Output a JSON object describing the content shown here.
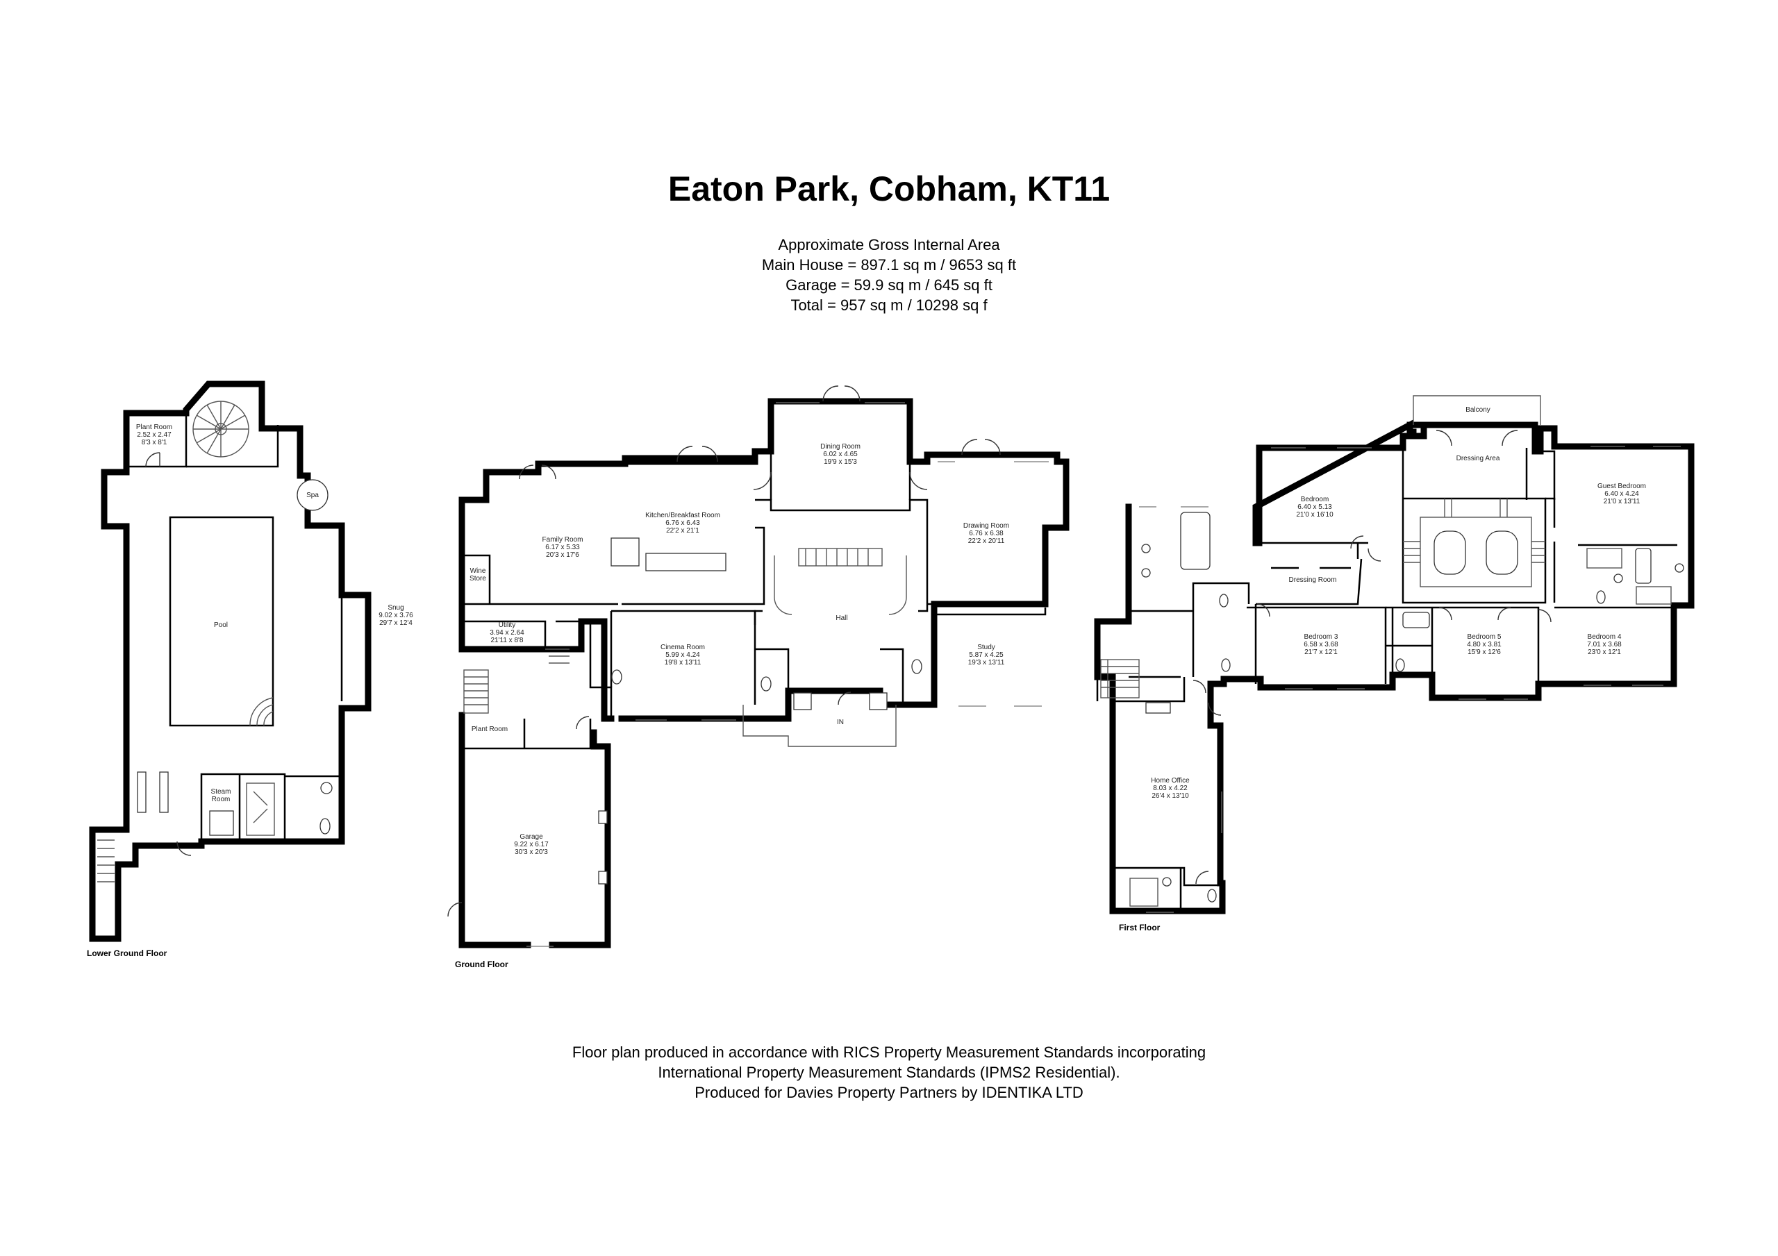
{
  "header": {
    "title": "Eaton Park, Cobham, KT11",
    "area_lines": [
      "Approximate Gross Internal Area",
      "Main House = 897.1 sq m / 9653 sq ft",
      "Garage = 59.9 sq m / 645 sq ft",
      "Total = 957 sq m / 10298 sq f"
    ]
  },
  "floors": {
    "lower_ground": {
      "label": "Lower Ground Floor",
      "rooms": {
        "plant_room": {
          "name": "Plant Room",
          "metric": "2.52 x 2.47",
          "imperial": "8'3 x 8'1"
        },
        "spa": {
          "name": "Spa"
        },
        "pool": {
          "name": "Pool"
        },
        "snug": {
          "name": "Snug",
          "metric": "9.02 x 3.76",
          "imperial": "29'7 x 12'4"
        },
        "steam_room": {
          "name": "Steam",
          "name2": "Room"
        }
      }
    },
    "ground": {
      "label": "Ground Floor",
      "rooms": {
        "dining_room": {
          "name": "Dining Room",
          "metric": "6.02 x 4.65",
          "imperial": "19'9 x 15'3"
        },
        "kitchen": {
          "name": "Kitchen/Breakfast Room",
          "metric": "6.76 x 6.43",
          "imperial": "22'2 x 21'1"
        },
        "family_room": {
          "name": "Family Room",
          "metric": "6.17 x 5.33",
          "imperial": "20'3 x 17'6"
        },
        "drawing_room": {
          "name": "Drawing Room",
          "metric": "6.76 x 6.38",
          "imperial": "22'2 x 20'11"
        },
        "wine_store": {
          "name": "Wine",
          "name2": "Store"
        },
        "utility": {
          "name": "Utility",
          "metric": "3.94 x 2.64",
          "imperial": "21'11 x 8'8"
        },
        "cinema_room": {
          "name": "Cinema Room",
          "metric": "5.99 x 4.24",
          "imperial": "19'8 x 13'11"
        },
        "hall": {
          "name": "Hall"
        },
        "study": {
          "name": "Study",
          "metric": "5.87 x 4.25",
          "imperial": "19'3 x 13'11"
        },
        "plant_room": {
          "name": "Plant Room"
        },
        "garage": {
          "name": "Garage",
          "metric": "9.22 x 6.17",
          "imperial": "30'3 x 20'3"
        },
        "entrance": {
          "name": "IN"
        }
      }
    },
    "first": {
      "label": "First Floor",
      "rooms": {
        "balcony": {
          "name": "Balcony"
        },
        "dressing_area": {
          "name": "Dressing Area"
        },
        "bedroom": {
          "name": "Bedroom",
          "metric": "6.40 x 5.13",
          "imperial": "21'0 x 16'10"
        },
        "guest_bedroom": {
          "name": "Guest Bedroom",
          "metric": "6.40 x 4.24",
          "imperial": "21'0 x 13'11"
        },
        "dressing_room": {
          "name": "Dressing Room"
        },
        "bedroom_3": {
          "name": "Bedroom 3",
          "metric": "6.58 x 3.68",
          "imperial": "21'7 x 12'1"
        },
        "bedroom_5": {
          "name": "Bedroom 5",
          "metric": "4.80 x 3.81",
          "imperial": "15'9 x 12'6"
        },
        "bedroom_4": {
          "name": "Bedroom 4",
          "metric": "7.01 x 3.68",
          "imperial": "23'0 x 12'1"
        },
        "home_office": {
          "name": "Home Office",
          "metric": "8.03 x 4.22",
          "imperial": "26'4 x 13'10"
        }
      }
    }
  },
  "footer": {
    "lines": [
      "Floor plan produced in accordance with RICS Property Measurement Standards incorporating",
      "International Property Measurement Standards (IPMS2 Residential).",
      "Produced for Davies Property Partners by IDENTIKA LTD"
    ]
  }
}
